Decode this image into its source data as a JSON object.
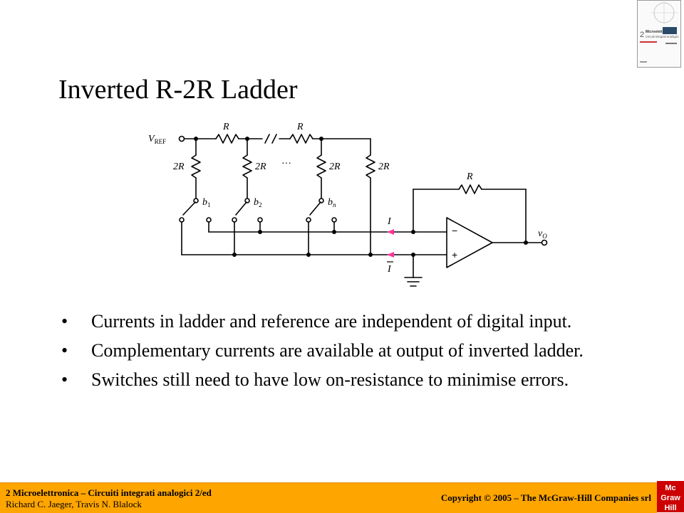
{
  "slide": {
    "title": "Inverted R-2R Ladder",
    "bullets": [
      "Currents in ladder and reference are independent of digital input.",
      "Complementary currents are available at output of inverted ladder.",
      "Switches still need to have low on-resistance to minimise errors."
    ],
    "bullet_glyph": "•"
  },
  "circuit": {
    "vref_label": "V",
    "vref_sub": "REF",
    "r_label": "R",
    "r2_label": "2R",
    "b_label": "b",
    "b_subs": [
      "1",
      "2",
      "n"
    ],
    "ellipsis": "···",
    "i_label": "I",
    "ibar_label": "I",
    "minus": "−",
    "plus": "+",
    "vo_label": "v",
    "vo_sub": "O",
    "arrow_color": "#ff3399"
  },
  "cover": {
    "number": "2",
    "title_line1": "Microelettronica",
    "title_line2": "Circuiti integrati analogici"
  },
  "footer": {
    "line1": "2 Microelettronica – Circuiti integrati analogici 2/ed",
    "line2": "Richard C. Jaeger, Travis N. Blalock",
    "copyright": "Copyright © 2005 – The McGraw-Hill Companies srl",
    "bg_color": "#ffa500"
  },
  "logo": {
    "text1": "Mc",
    "text2": "Graw",
    "text3": "Hill",
    "color": "#cc0000"
  }
}
